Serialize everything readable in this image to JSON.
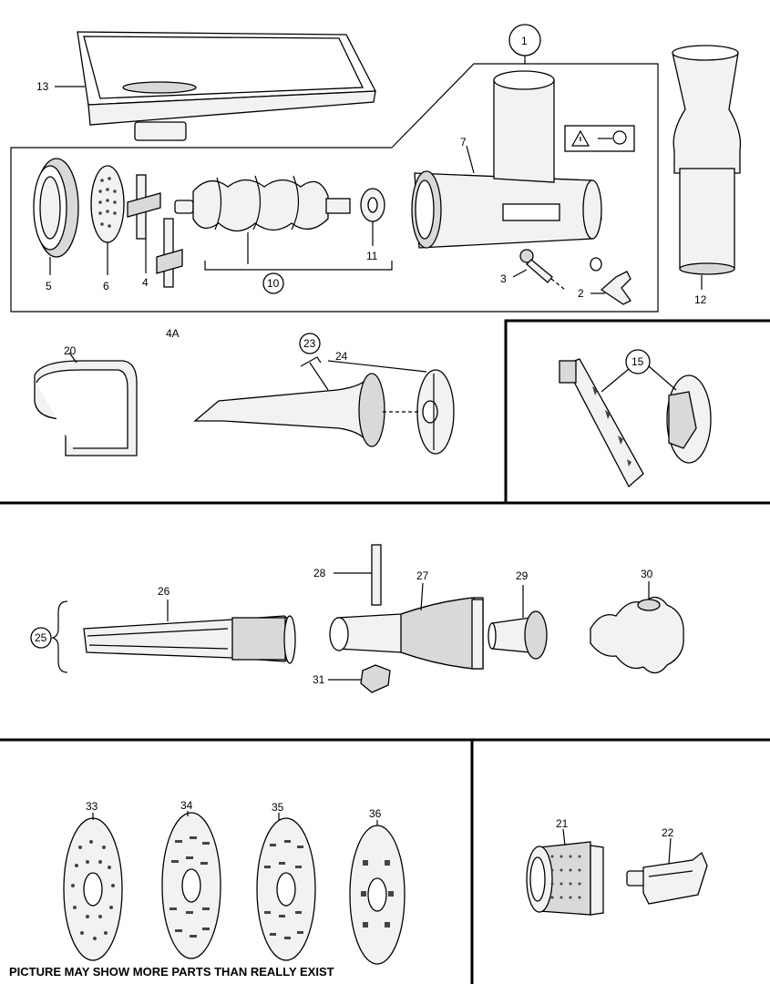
{
  "labels": {
    "p1": "1",
    "p2": "2",
    "p3": "3",
    "p4": "4",
    "p4a": "4A",
    "p5": "5",
    "p6": "6",
    "p7": "7",
    "p10": "10",
    "p11": "11",
    "p12": "12",
    "p13": "13",
    "p15": "15",
    "p20": "20",
    "p21": "21",
    "p22": "22",
    "p23": "23",
    "p24": "24",
    "p25": "25",
    "p26": "26",
    "p27": "27",
    "p28": "28",
    "p29": "29",
    "p30": "30",
    "p31": "31",
    "p33": "33",
    "p34": "34",
    "p35": "35",
    "p36": "36"
  },
  "footer": {
    "note": "PICTURE MAY SHOW MORE PARTS THAN REALLY EXIST"
  }
}
